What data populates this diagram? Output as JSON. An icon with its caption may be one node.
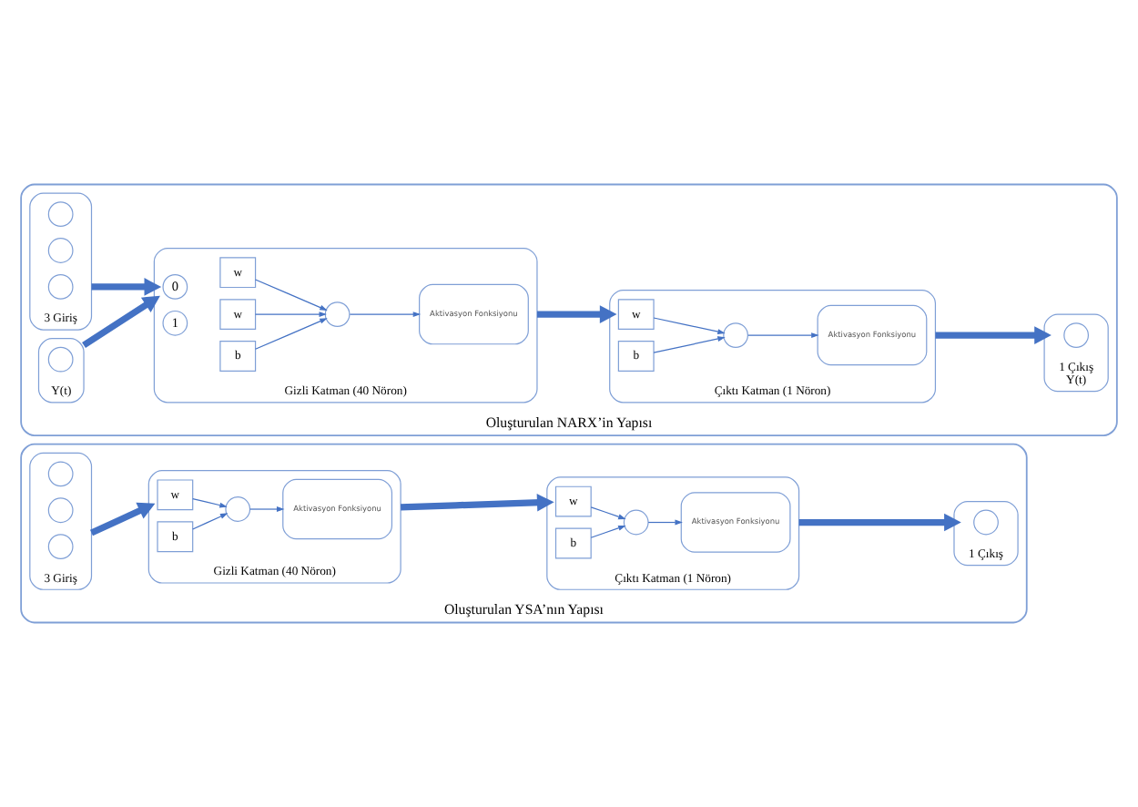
{
  "diagram": {
    "nodes": [
      {
        "text": [
          "Oluşturulan YSA’nın Yapısı"
        ]
      },
      {
        "text": [
          "3 Giriş"
        ],
        "in": 0
      },
      {
        "text": [],
        "shape": "circle",
        "in": 1
      },
      {
        "text": [],
        "shape": "circle",
        "in": 1
      },
      {
        "text": [],
        "shape": "circle",
        "in": 1
      },
      {
        "text": [
          "Gizli Katman (40 Nöron)"
        ],
        "in": 0
      },
      {
        "text": [
          "w"
        ],
        "in": 5
      },
      {
        "text": [
          "b"
        ],
        "in": 5
      },
      {
        "text": [],
        "shape": "circle",
        "in": 5
      },
      {
        "text": [
          "Aktivasyon Fonksiyonu"
        ],
        "in": 5
      },
      {
        "text": [
          "Çıktı Katman (1 Nöron)"
        ],
        "in": 0
      },
      {
        "text": [
          "w"
        ],
        "in": 10
      },
      {
        "text": [
          "b"
        ],
        "in": 10
      },
      {
        "text": [],
        "shape": "circle",
        "in": 10
      },
      {
        "text": [
          "Aktivasyon Fonksiyonu"
        ],
        "in": 10
      },
      {
        "text": [
          "1 Çıkış"
        ],
        "in": 0
      },
      {
        "text": [],
        "shape": "circle",
        "in": 15
      },
      {
        "text": [
          "Oluşturulan NARX’in Yapısı"
        ]
      },
      {
        "text": [
          "3 Giriş"
        ],
        "in": 17
      },
      {
        "text": [],
        "shape": "circle",
        "in": 18
      },
      {
        "text": [],
        "shape": "circle",
        "in": 18
      },
      {
        "text": [],
        "shape": "circle",
        "in": 18
      },
      {
        "text": [
          "Y(t)"
        ],
        "in": 17
      },
      {
        "text": [],
        "shape": "circle",
        "in": 22
      },
      {
        "text": [
          "Gizli Katman (40 Nöron)"
        ],
        "in": 17
      },
      {
        "text": [
          "0"
        ],
        "in": 24
      },
      {
        "text": [
          "1"
        ],
        "in": 24
      },
      {
        "text": [
          "w"
        ],
        "in": 24
      },
      {
        "text": [
          "w"
        ],
        "in": 24
      },
      {
        "text": [
          "b"
        ],
        "in": 24
      },
      {
        "text": [],
        "shape": "circle",
        "in": 24
      },
      {
        "text": [
          "Aktivasyon Fonksiyonu"
        ],
        "in": 24
      },
      {
        "text": [
          "Çıktı Katman (1 Nöron)"
        ],
        "in": 17
      },
      {
        "text": [
          "w"
        ],
        "in": 32
      },
      {
        "text": [
          "b"
        ],
        "in": 32
      },
      {
        "text": [],
        "shape": "circle",
        "in": 32
      },
      {
        "text": [
          "Aktivasyon Fonksiyonu"
        ],
        "in": 32
      },
      {
        "text": [
          "1 Çıkış",
          "Y(t)"
        ],
        "in": 17
      },
      {
        "text": [],
        "shape": "circle",
        "in": 37
      }
    ],
    "edges": [
      {
        "from": 1,
        "to": 5,
        "arrow": "to",
        "style": "thick"
      },
      {
        "from": 6,
        "to": 8,
        "arrow": "to"
      },
      {
        "from": 7,
        "to": 8,
        "arrow": "to"
      },
      {
        "from": 8,
        "to": 9,
        "arrow": "to"
      },
      {
        "from": 5,
        "to": 10,
        "arrow": "to",
        "style": "thick"
      },
      {
        "from": 11,
        "to": 13,
        "arrow": "to"
      },
      {
        "from": 12,
        "to": 13,
        "arrow": "to"
      },
      {
        "from": 13,
        "to": 14,
        "arrow": "to"
      },
      {
        "from": 10,
        "to": 15,
        "arrow": "to",
        "style": "thick"
      },
      {
        "from": 18,
        "to": 24,
        "arrow": "to",
        "style": "thick"
      },
      {
        "from": 22,
        "to": 24,
        "arrow": "to",
        "style": "thick"
      },
      {
        "from": 27,
        "to": 30,
        "arrow": "to"
      },
      {
        "from": 28,
        "to": 30,
        "arrow": "to"
      },
      {
        "from": 29,
        "to": 30,
        "arrow": "to"
      },
      {
        "from": 30,
        "to": 31,
        "arrow": "to"
      },
      {
        "from": 24,
        "to": 32,
        "arrow": "to",
        "style": "thick"
      },
      {
        "from": 33,
        "to": 35,
        "arrow": "to"
      },
      {
        "from": 34,
        "to": 35,
        "arrow": "to"
      },
      {
        "from": 35,
        "to": 36,
        "arrow": "to"
      },
      {
        "from": 32,
        "to": 37,
        "arrow": "to",
        "style": "thick"
      }
    ]
  }
}
